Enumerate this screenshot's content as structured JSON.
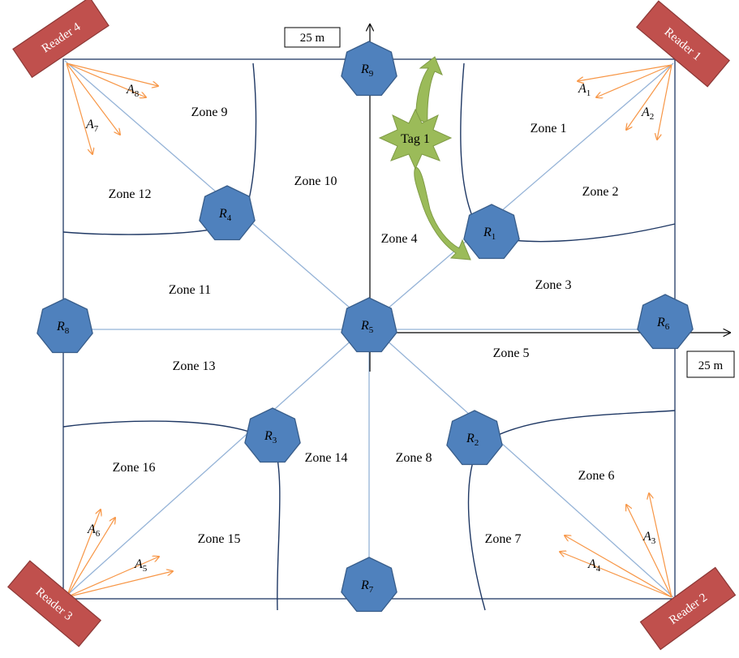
{
  "colors": {
    "reader_fill": "#c0504d",
    "reader_stroke": "#8c3836",
    "node_fill": "#4f81bd",
    "node_stroke": "#385d8a",
    "arrow_orange": "#f79646",
    "sight_line": "#95b3d7",
    "tag_star": "#9bbb59",
    "tag_arrow": "#9bbb59",
    "boundary": "#1f3864"
  },
  "scale": {
    "top": "25 m",
    "right": "25 m"
  },
  "readers": [
    {
      "id": "reader-4",
      "label": "Reader 4"
    },
    {
      "id": "reader-1",
      "label": "Reader 1"
    },
    {
      "id": "reader-3",
      "label": "Reader 3"
    },
    {
      "id": "reader-2",
      "label": "Reader 2"
    }
  ],
  "ref_nodes": [
    {
      "id": "r1",
      "base": "R",
      "sub": "1"
    },
    {
      "id": "r2",
      "base": "R",
      "sub": "2"
    },
    {
      "id": "r3",
      "base": "R",
      "sub": "3"
    },
    {
      "id": "r4",
      "base": "R",
      "sub": "4"
    },
    {
      "id": "r5",
      "base": "R",
      "sub": "5"
    },
    {
      "id": "r6",
      "base": "R",
      "sub": "6"
    },
    {
      "id": "r7",
      "base": "R",
      "sub": "7"
    },
    {
      "id": "r8",
      "base": "R",
      "sub": "8"
    },
    {
      "id": "r9",
      "base": "R",
      "sub": "9"
    }
  ],
  "antennas": [
    {
      "id": "a1",
      "base": "A",
      "sub": "1"
    },
    {
      "id": "a2",
      "base": "A",
      "sub": "2"
    },
    {
      "id": "a3",
      "base": "A",
      "sub": "3"
    },
    {
      "id": "a4",
      "base": "A",
      "sub": "4"
    },
    {
      "id": "a5",
      "base": "A",
      "sub": "5"
    },
    {
      "id": "a6",
      "base": "A",
      "sub": "6"
    },
    {
      "id": "a7",
      "base": "A",
      "sub": "7"
    },
    {
      "id": "a8",
      "base": "A",
      "sub": "8"
    }
  ],
  "zones": [
    "Zone 1",
    "Zone 2",
    "Zone 3",
    "Zone 4",
    "Zone 5",
    "Zone 6",
    "Zone 7",
    "Zone 8",
    "Zone 9",
    "Zone 10",
    "Zone 11",
    "Zone 12",
    "Zone 13",
    "Zone 14",
    "Zone 15",
    "Zone 16"
  ],
  "tag": {
    "label": "Tag 1"
  }
}
